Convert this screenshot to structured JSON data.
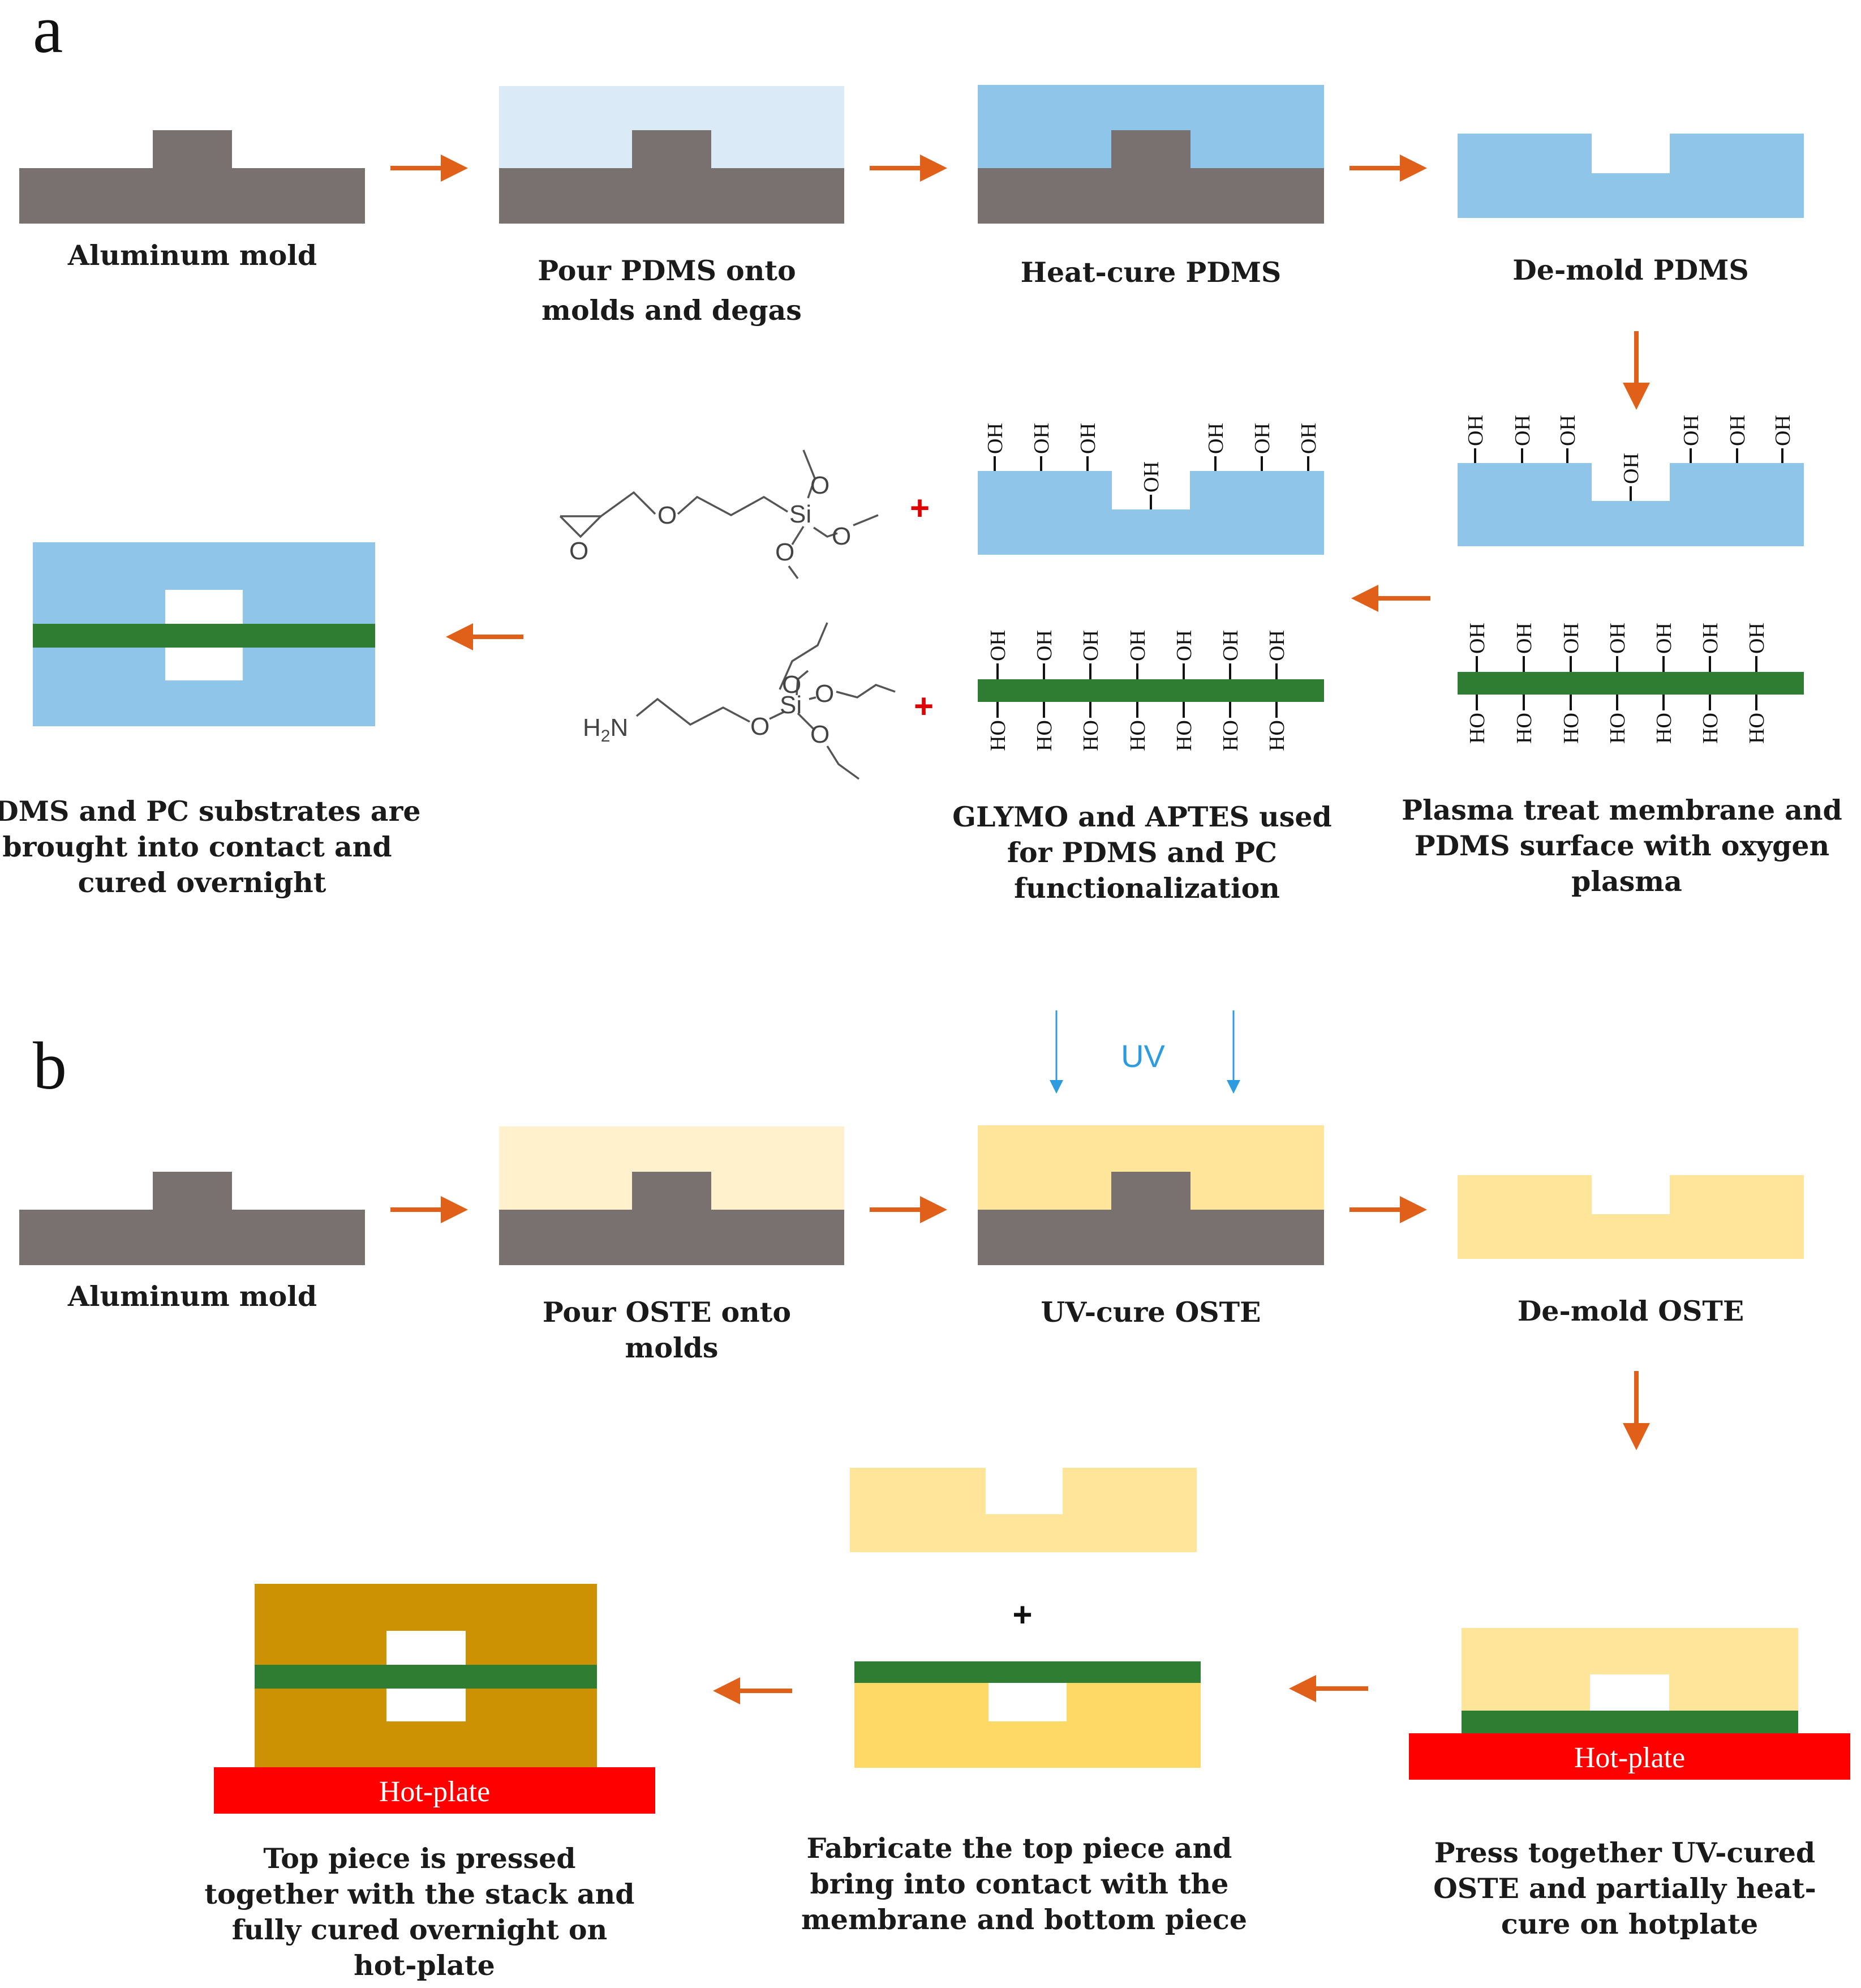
{
  "panels": {
    "a": "a",
    "b": "b"
  },
  "colors": {
    "mold": "#787170",
    "pdms_uncured": "#daeaf7",
    "pdms": "#8ec5e8",
    "membrane": "#2e7d32",
    "arrow": "#e0601a",
    "oste_uncured": "#fff1cc",
    "oste": "#ffe599",
    "oste_bottom": "#ffd966",
    "oste_cured": "#cc9204",
    "hotplate": "#ff0000",
    "uv": "#2d9be0"
  },
  "panel_a": {
    "step1": [
      "Aluminum mold"
    ],
    "step2": [
      "Pour PDMS onto",
      "molds and degas"
    ],
    "step3": [
      "Heat-cure PDMS"
    ],
    "step4": [
      "De-mold PDMS"
    ],
    "step5": [
      "Plasma treat membrane and",
      "PDMS surface with oxygen",
      "plasma"
    ],
    "step6": [
      "GLYMO and APTES used",
      "for PDMS and PC",
      "functionalization"
    ],
    "step7": [
      "PDMS and PC substrates are",
      "brought into contact and",
      "cured overnight"
    ],
    "oh": "OH",
    "ho": "HO",
    "plus": "+",
    "glymo_o": "O",
    "glymo_si": "Si",
    "aptes_h2n": "H",
    "aptes_n": "N",
    "aptes_sub": "2",
    "aptes_si": "Si",
    "aptes_o": "O"
  },
  "panel_b": {
    "uv": "UV",
    "step1": [
      "Aluminum mold"
    ],
    "step2": [
      "Pour OSTE onto",
      "molds"
    ],
    "step3": [
      "UV-cure OSTE"
    ],
    "step4": [
      "De-mold OSTE"
    ],
    "step5": [
      "Press together UV-cured",
      "OSTE and partially heat-",
      "cure on hotplate"
    ],
    "step6": [
      "Fabricate the top piece and",
      "bring into contact with the",
      "membrane and bottom piece"
    ],
    "step7": [
      "Top piece is pressed",
      "together with the stack and",
      "fully cured overnight on",
      "hot-plate"
    ],
    "hotplate": "Hot-plate",
    "plus": "+"
  }
}
